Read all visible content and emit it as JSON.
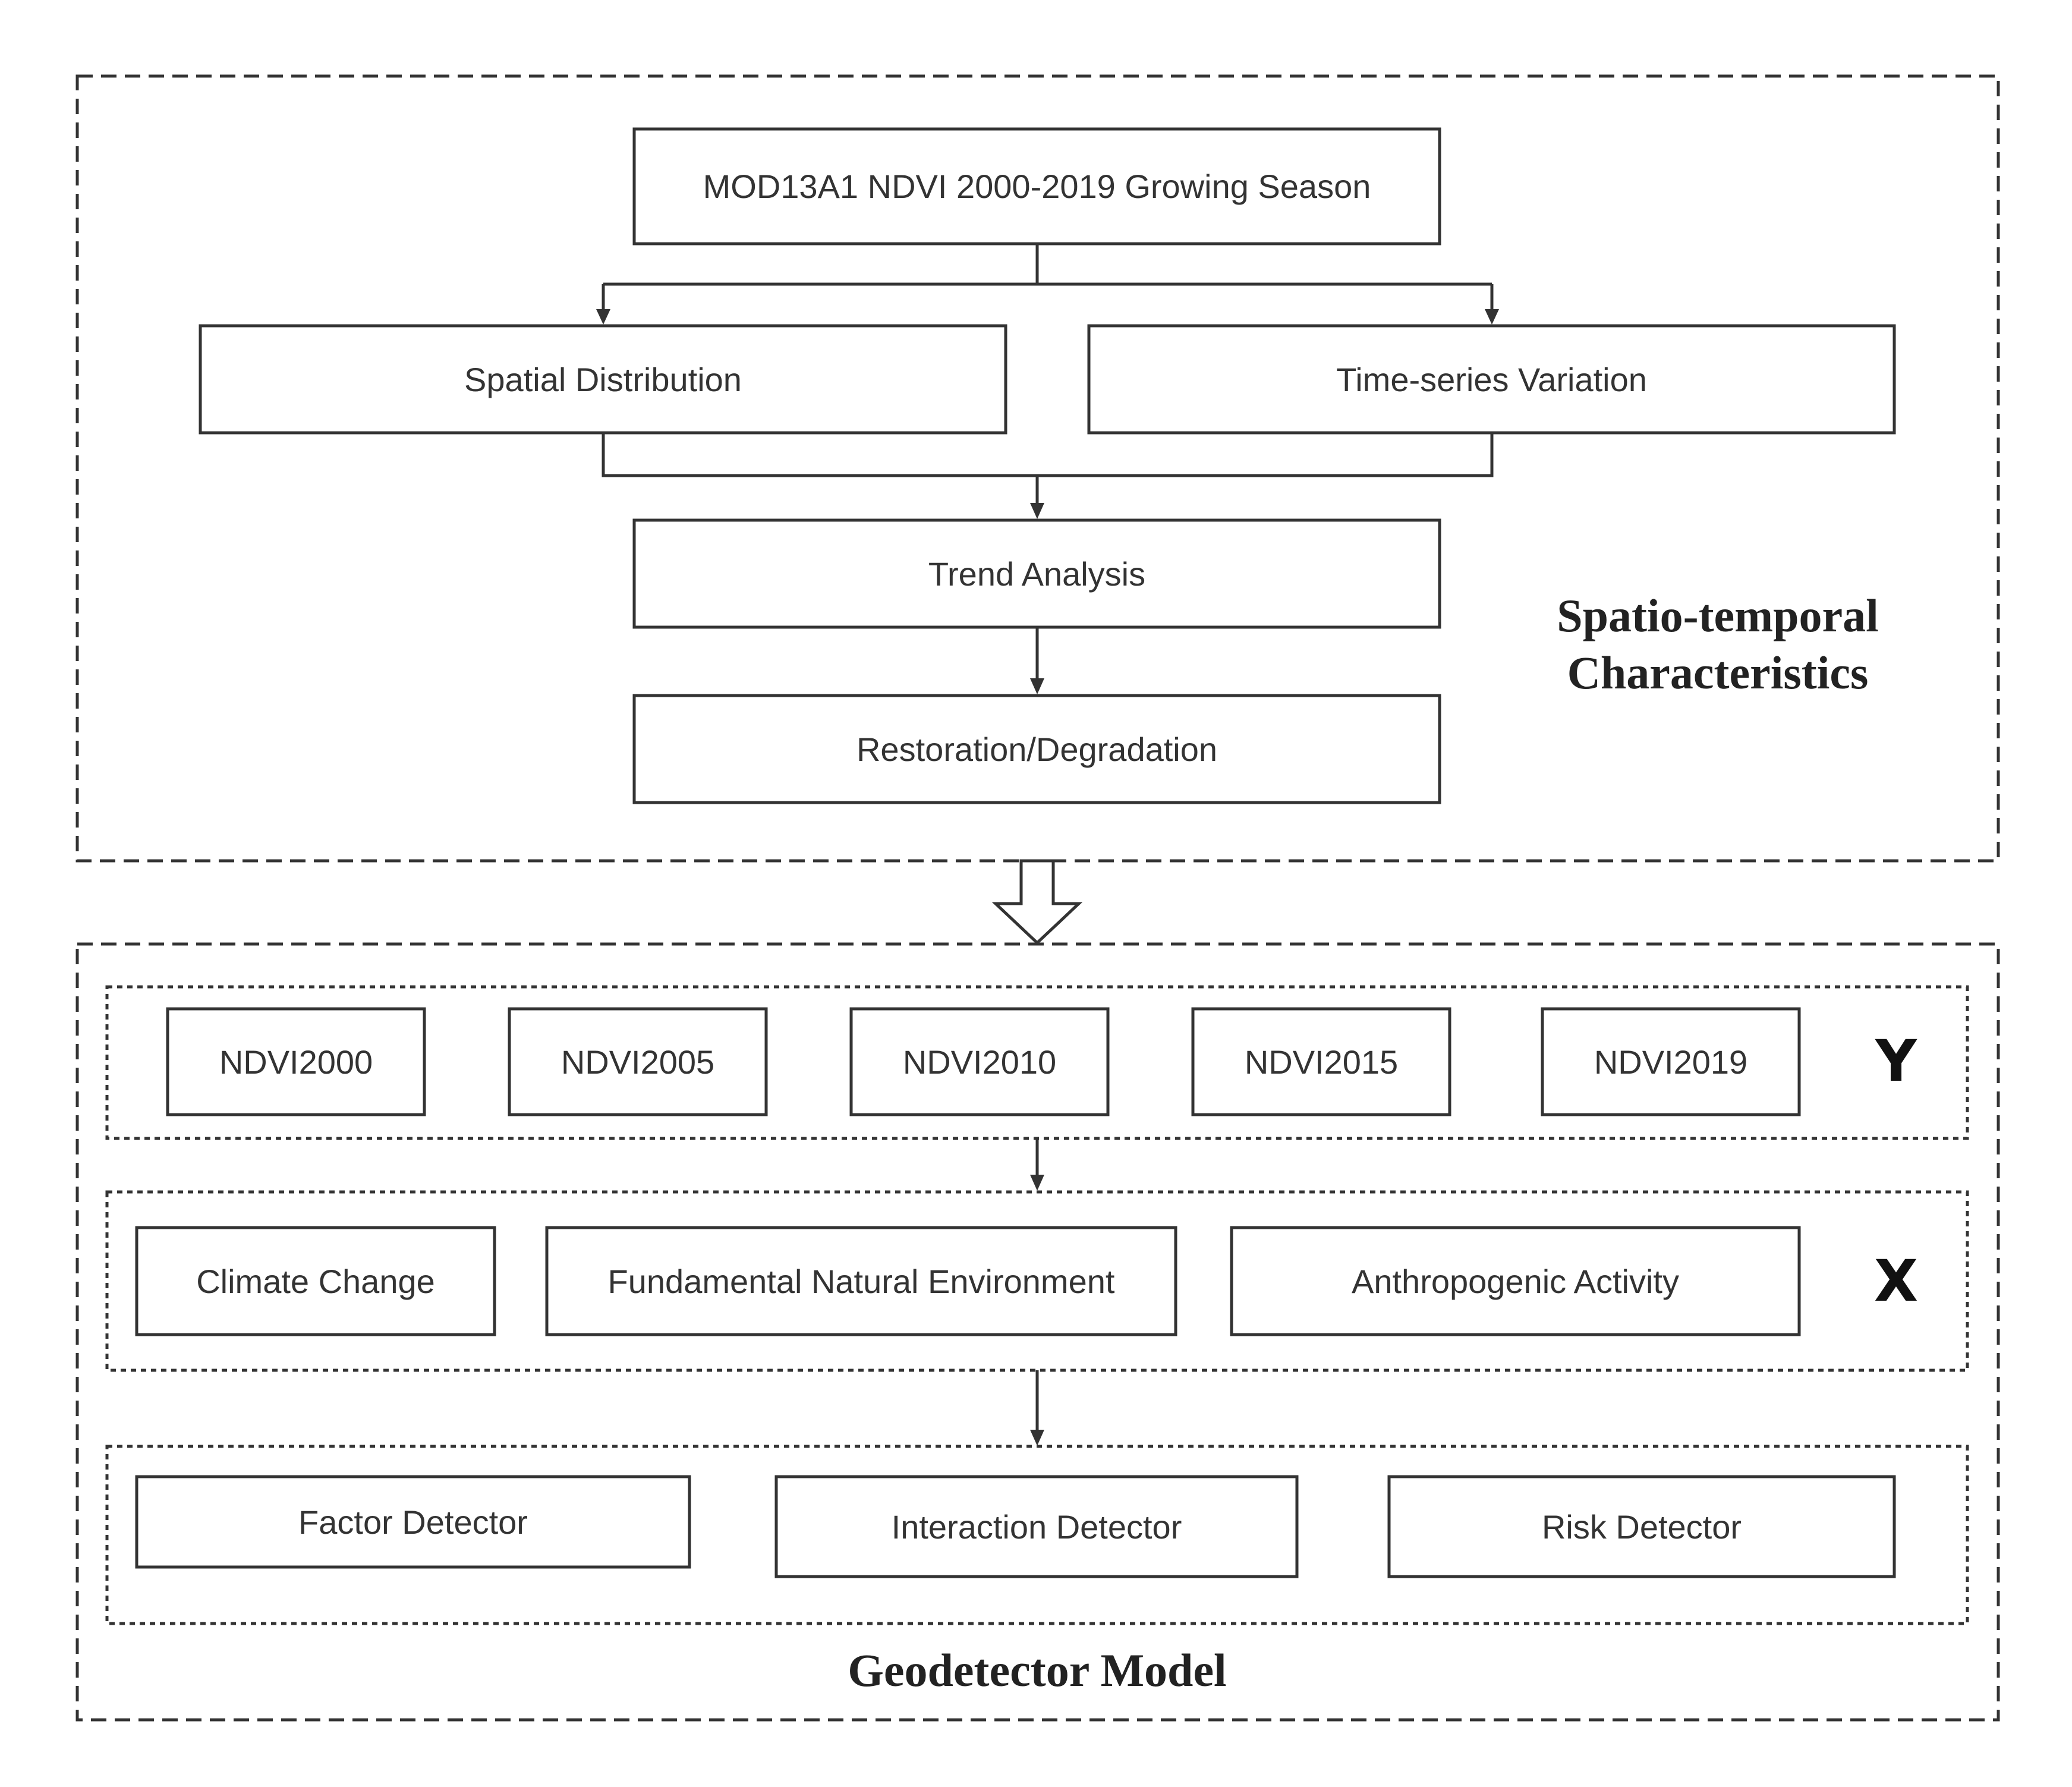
{
  "top_section": {
    "title_line1": "Spatio-temporal",
    "title_line2": "Characteristics",
    "source_box": "MOD13A1 NDVI 2000-2019 Growing Season",
    "spatial_box": "Spatial Distribution",
    "temporal_box": "Time-series Variation",
    "trend_box": "Trend Analysis",
    "restoration_box": "Restoration/Degradation"
  },
  "bottom_section": {
    "title": "Geodetector Model",
    "y_group": {
      "variable": "Y",
      "items": [
        "NDVI2000",
        "NDVI2005",
        "NDVI2010",
        "NDVI2015",
        "NDVI2019"
      ]
    },
    "x_group": {
      "variable": "X",
      "items": [
        "Climate Change",
        "Fundamental Natural Environment",
        "Anthropogenic Activity"
      ]
    },
    "detector_group": {
      "items": [
        "Factor Detector",
        "Interaction Detector",
        "Risk Detector"
      ]
    }
  },
  "colors": {
    "line": "#333333",
    "text": "#333333",
    "background": "#ffffff"
  }
}
